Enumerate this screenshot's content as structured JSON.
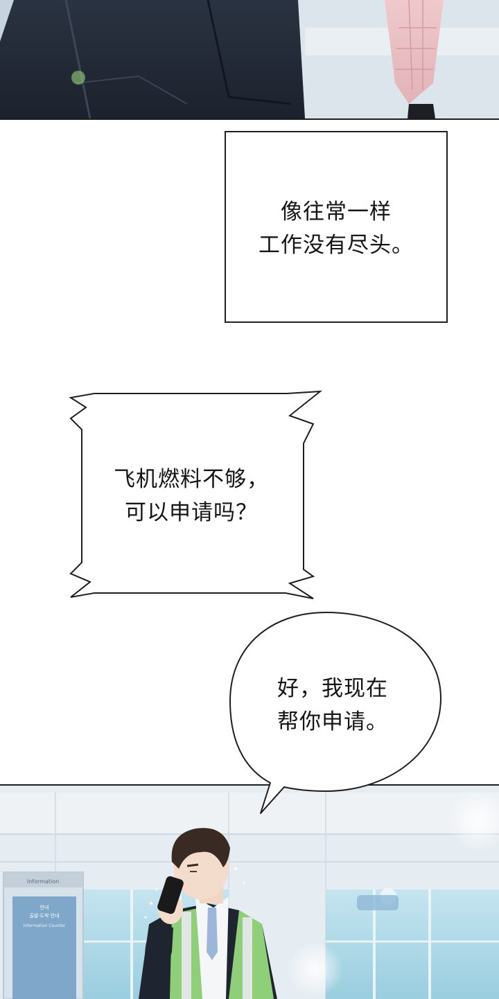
{
  "panels": {
    "top": {
      "description_icon": "office-figures-icon"
    },
    "bottom": {
      "description_icon": "airport-worker-on-phone-icon",
      "sign_text": "Information",
      "sign_small_1": "안내",
      "sign_small_2": "출발·도착 안내",
      "sign_small_3": "Information Counter"
    }
  },
  "narration": {
    "lines": [
      "像往常一样",
      "工作没有尽头。"
    ]
  },
  "shout_bubble": {
    "lines": [
      "飞机燃料不够，",
      "可以申请吗？"
    ]
  },
  "speech_bubble": {
    "lines": [
      "好，我现在",
      "帮你申请。"
    ]
  },
  "colors": {
    "ink": "#1e1e1e",
    "sky": "#c9d6e1",
    "vest": "#8fcf7a",
    "suit": "#1f2530"
  }
}
